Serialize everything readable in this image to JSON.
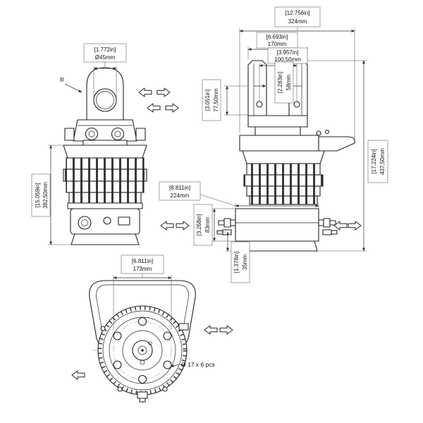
{
  "meta": {
    "background": "#ffffff",
    "line_color": "#222222"
  },
  "views": {
    "front": {
      "dia_in": "[1.772in]",
      "dia_mm": "Ø45mm",
      "height_in": "[15.059in]",
      "height_mm": "382,50mm",
      "radius_label": "R"
    },
    "side": {
      "overall_w_in": "[12.756in]",
      "overall_w_mm": "324mm",
      "fork_w_in": "[6.693in]",
      "fork_w_mm": "170mm",
      "holes_in": "[3.957in]",
      "holes_mm": "100,50mm",
      "slot_in": "[2.283in]",
      "slot_mm": "58mm",
      "top_h_in": "[3.051in]",
      "top_h_mm": "77,50mm",
      "total_h_in": "[17.224in]",
      "total_h_mm": "437,50mm",
      "body_w_in": "[8.811in]",
      "body_w_mm": "224mm",
      "block_h_in": "[3.268in]",
      "block_h_mm": "83mm",
      "offset_in": "[1.378in]",
      "offset_mm": "35mm"
    },
    "bottom": {
      "flange_in": "[6.811in]",
      "flange_mm": "173mm",
      "bolt_note": "Ø 17 x 6 pcs"
    }
  }
}
